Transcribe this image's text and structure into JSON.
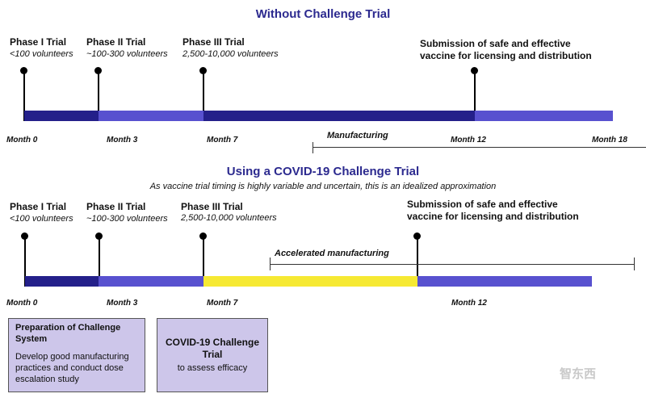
{
  "top": {
    "title": "Without Challenge Trial",
    "phases": [
      {
        "label": "Phase I Trial",
        "sub": "<100 volunteers"
      },
      {
        "label": "Phase II Trial",
        "sub": "~100-300 volunteers"
      },
      {
        "label": "Phase III Trial",
        "sub": "2,500-10,000 volunteers"
      }
    ],
    "submission": {
      "line1": "Submission of safe and effective",
      "line2": "vaccine for licensing and distribution"
    },
    "months": [
      "Month 0",
      "Month 3",
      "Month 7",
      "Month 12",
      "Month 18"
    ],
    "manufacturing_label": "Manufacturing"
  },
  "bottom": {
    "title": "Using a COVID-19 Challenge Trial",
    "subtitle": "As vaccine trial timing is highly variable and uncertain, this is an idealized approximation",
    "phases": [
      {
        "label": "Phase I Trial",
        "sub": "<100 volunteers"
      },
      {
        "label": "Phase II Trial",
        "sub": "~100-300 volunteers"
      },
      {
        "label": "Phase III Trial",
        "sub": "2,500-10,000 volunteers"
      }
    ],
    "submission": {
      "line1": "Submission of safe and effective",
      "line2": "vaccine for licensing and distribution"
    },
    "months": [
      "Month 0",
      "Month 3",
      "Month 7",
      "Month 12"
    ],
    "manufacturing_label": "Accelerated manufacturing"
  },
  "boxes": {
    "prep": {
      "title_line1": "Preparation of Challenge",
      "title_line2": "System",
      "body_line1": "Develop good manufacturing",
      "body_line2": "practices and conduct dose",
      "body_line3": "escalation study"
    },
    "challenge": {
      "title_line1": "COVID-19 Challenge",
      "title_line2": "Trial",
      "body_line1": "to assess efficacy"
    }
  },
  "colors": {
    "title": "#2c2a8f",
    "dark_navy": "#24208a",
    "medium_purple": "#5851cf",
    "yellow": "#f6e933",
    "box_fill": "#cdc6ea"
  },
  "watermark": "智东西"
}
